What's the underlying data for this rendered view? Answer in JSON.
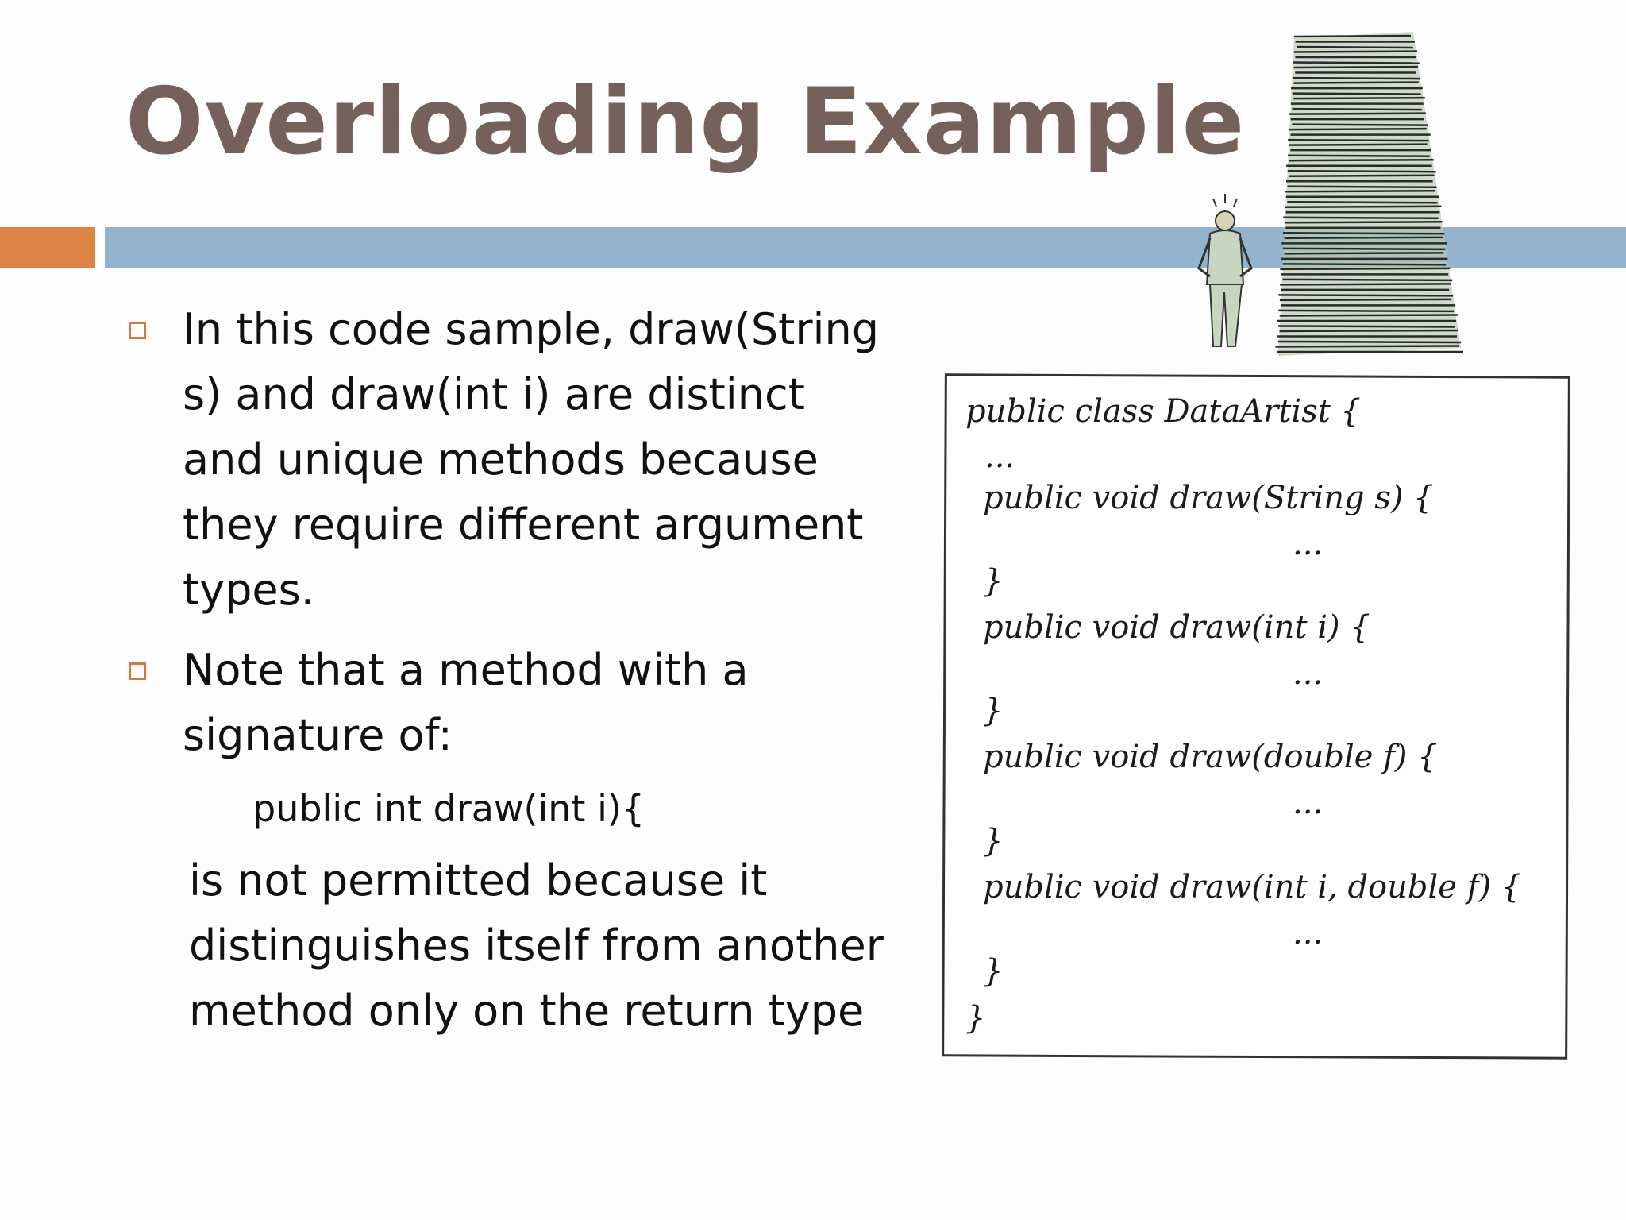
{
  "slide": {
    "title": "Overloading Example",
    "bullets": [
      "In this code sample, draw(String s) and draw(int i) are distinct and unique methods because they require different argument types.",
      "Note that a method with a signature of:"
    ],
    "signature": "public int draw(int i){",
    "explanation": "is not permitted because it distinguishes itself from another method only on the return type"
  },
  "code": [
    "public class DataArtist {",
    "...",
    "public void draw(String s) {",
    "...",
    "}",
    "public void draw(int i) {",
    "...",
    "}",
    "public void draw(double f) {",
    "...",
    "}",
    "public void draw(int i, double f) {",
    "...",
    "}",
    "}"
  ],
  "colors": {
    "title": "#75605a",
    "accent_bar": "#dd8245",
    "header_bar": "#94b3cd",
    "bullet": "#d27a3e"
  },
  "illustration": "man-looking-at-paper-stack"
}
